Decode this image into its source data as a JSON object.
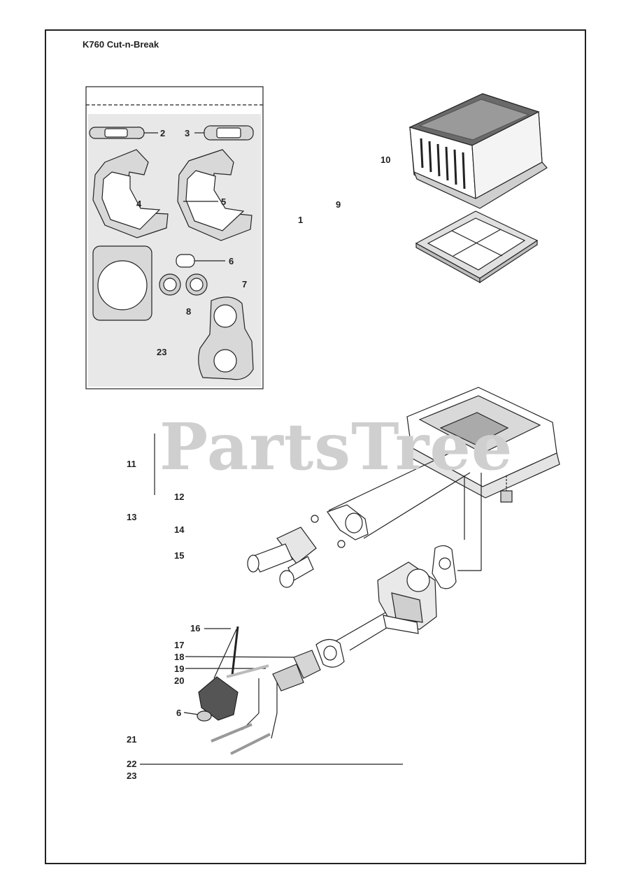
{
  "document": {
    "title": "K760 Cut-n-Break",
    "watermark": "PartsTree"
  },
  "callouts": {
    "c1": "1",
    "c2": "2",
    "c3": "3",
    "c4": "4",
    "c5": "5",
    "c6a": "6",
    "c7": "7",
    "c8": "8",
    "c9": "9",
    "c10": "10",
    "c11": "11",
    "c12": "12",
    "c13": "13",
    "c14": "14",
    "c15": "15",
    "c16": "16",
    "c17": "17",
    "c18": "18",
    "c19": "19",
    "c20": "20",
    "c6b": "6",
    "c21": "21",
    "c22": "22",
    "c23a": "23",
    "c23b": "23"
  },
  "icons": {
    "gasket_kit": "gasket-kit-icon",
    "air_filter_cover": "air-filter-cover-icon",
    "air_filter": "air-filter-icon",
    "filter_housing": "filter-housing-icon",
    "carburetor": "carburetor-icon",
    "intake_manifold": "intake-manifold-icon",
    "screw": "screw-icon"
  },
  "colors": {
    "line": "#222222",
    "panel_bg": "#e8e8e8",
    "watermark": "#cfcfcf"
  }
}
